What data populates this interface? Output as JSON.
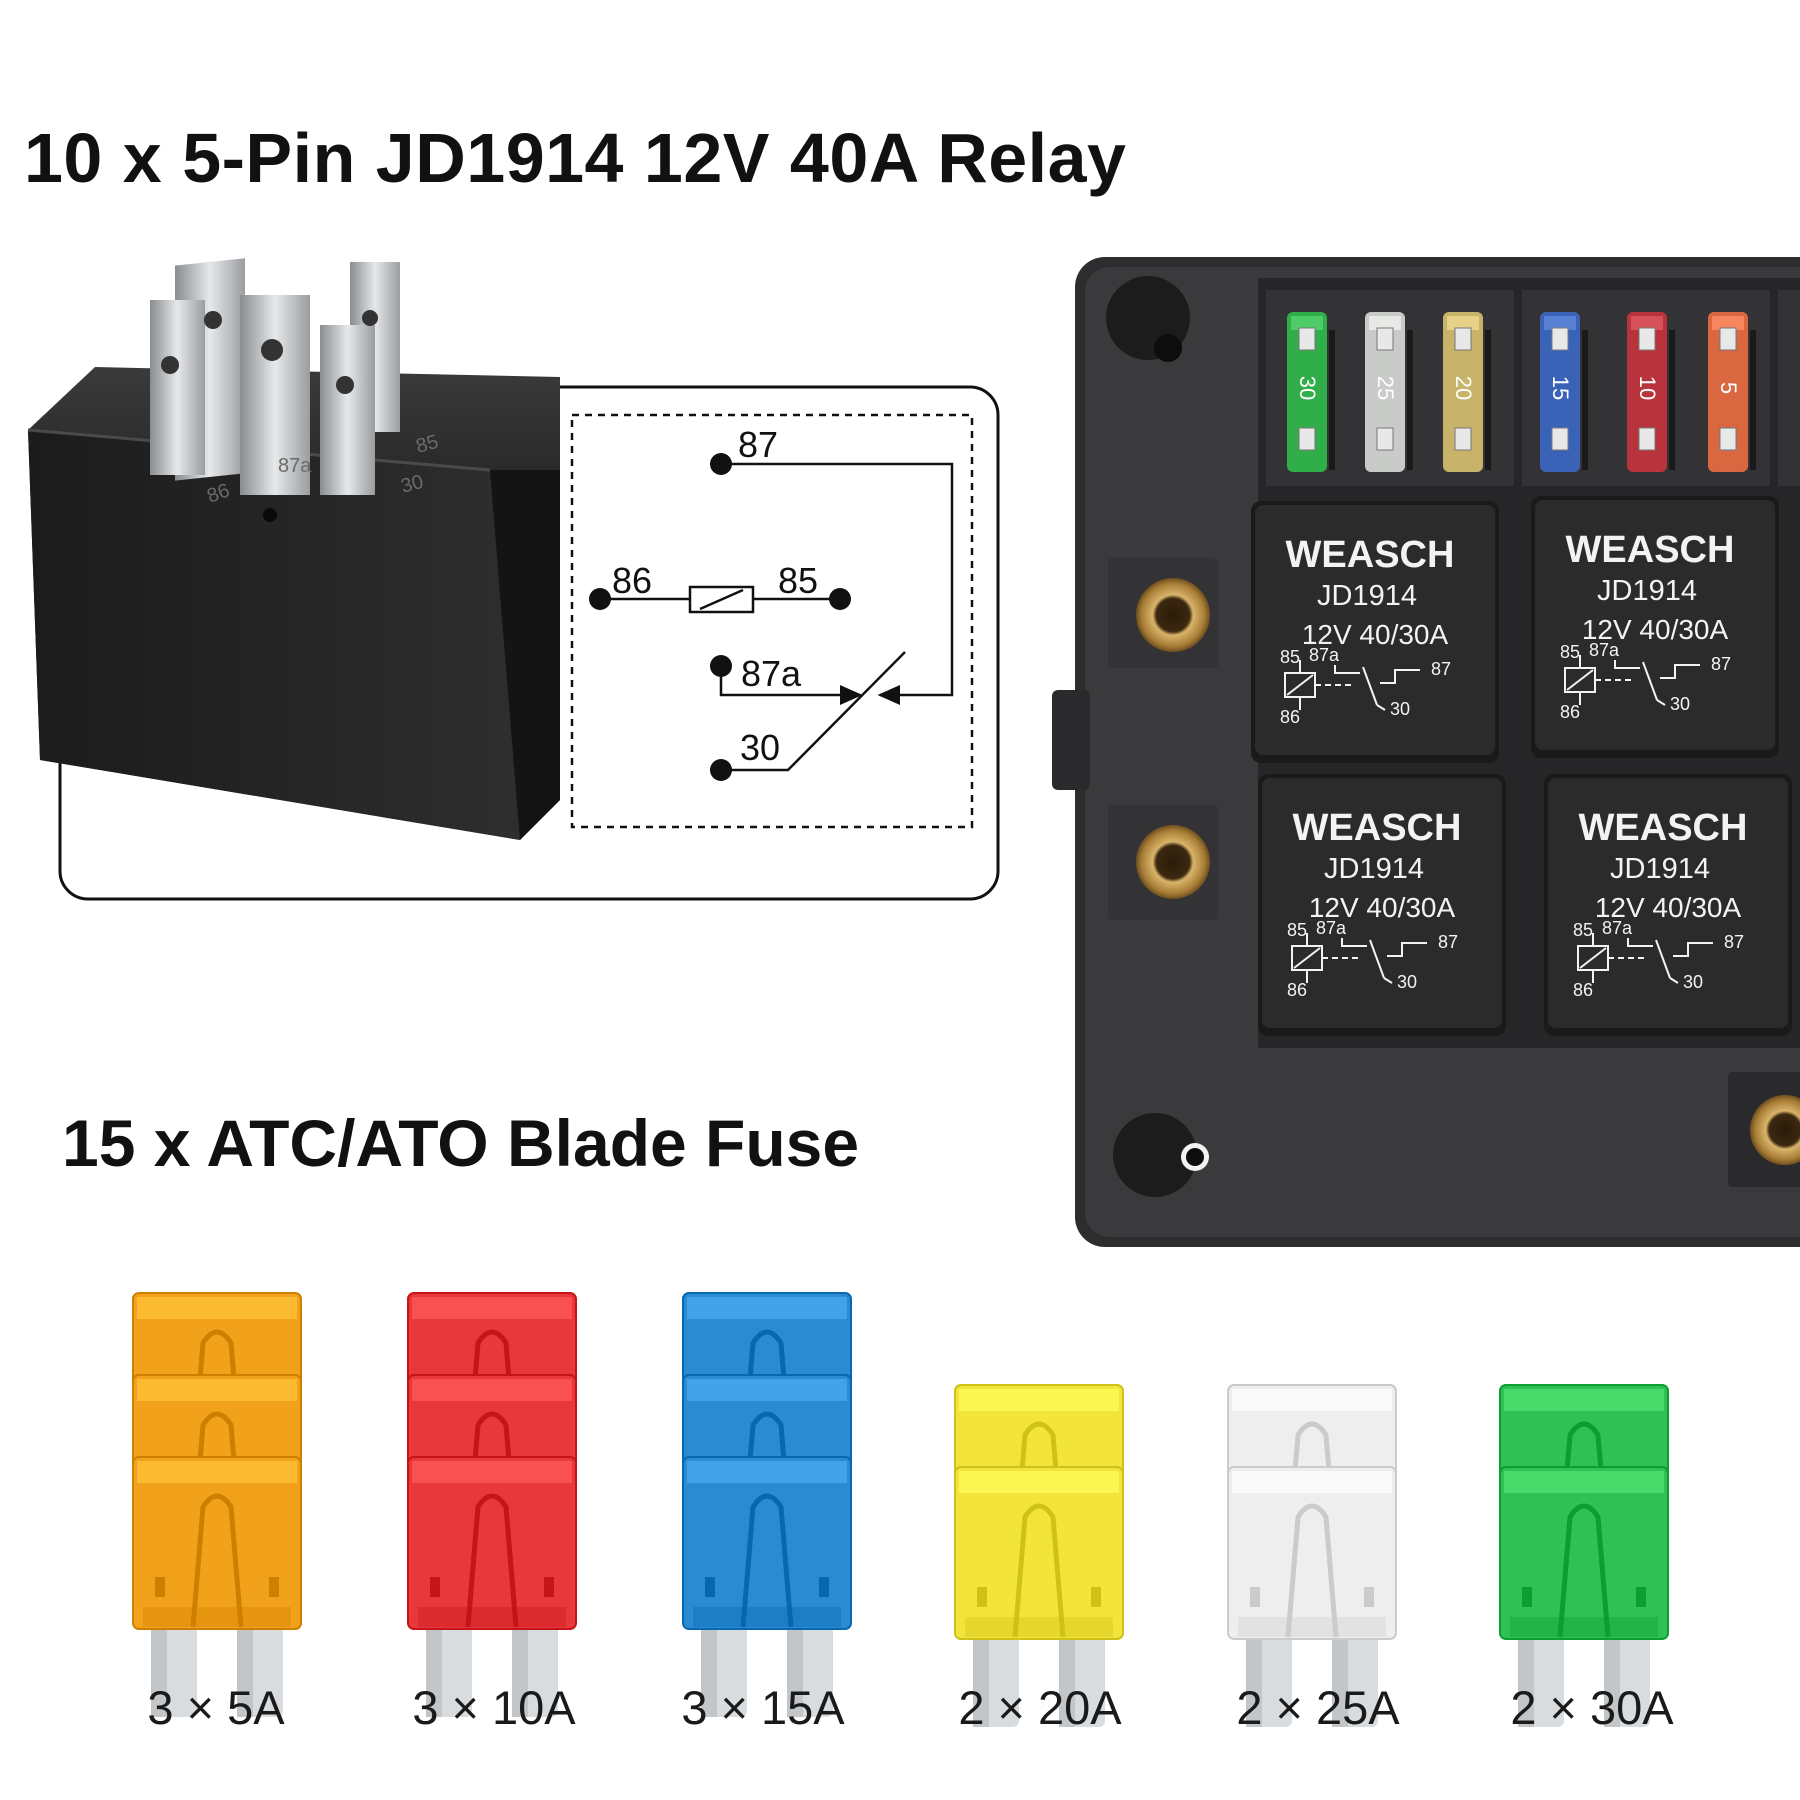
{
  "relay_heading": "10 x 5-Pin JD1914 12V 40A Relay",
  "fuse_heading": "15 x ATC/ATO Blade Fuse",
  "relay_body_pin_labels": [
    "86",
    "87a",
    "85",
    "30"
  ],
  "schematic": {
    "pins": {
      "p87": "87",
      "p86": "86",
      "p85": "85",
      "p87a": "87a",
      "p30": "30"
    }
  },
  "box_relays": [
    {
      "brand": "WEASCH",
      "model": "JD1914",
      "rating": "12V  40/30A",
      "pins": {
        "p85": "85",
        "p87a": "87a",
        "p87": "87",
        "p86": "86",
        "p30": "30"
      }
    },
    {
      "brand": "WEASCH",
      "model": "JD1914",
      "rating": "12V  40/30A",
      "pins": {
        "p85": "85",
        "p87a": "87a",
        "p87": "87",
        "p86": "86",
        "p30": "30"
      }
    },
    {
      "brand": "WEASCH",
      "model": "JD1914",
      "rating": "12V  40/30A",
      "pins": {
        "p85": "85",
        "p87a": "87a",
        "p87": "87",
        "p86": "86",
        "p30": "30"
      }
    },
    {
      "brand": "WEASCH",
      "model": "JD1914",
      "rating": "12V  40/30A",
      "pins": {
        "p85": "85",
        "p87a": "87a",
        "p87": "87",
        "p86": "86",
        "p30": "30"
      }
    }
  ],
  "box_fuses": [
    {
      "value": "30",
      "color": "#2fae4a"
    },
    {
      "value": "25",
      "color": "#c9cbc8"
    },
    {
      "value": "20",
      "color": "#c7b46a"
    },
    {
      "value": "15",
      "color": "#3a63b8"
    },
    {
      "value": "10",
      "color": "#b8333c"
    },
    {
      "value": "5",
      "color": "#d9673f"
    }
  ],
  "fuse_groups": [
    {
      "label": "3 × 5A",
      "count": 3,
      "color": "#f2a21a"
    },
    {
      "label": "3 × 10A",
      "count": 3,
      "color": "#e8383b"
    },
    {
      "label": "3 × 15A",
      "count": 3,
      "color": "#2a8bd2"
    },
    {
      "label": "2 × 20A",
      "count": 2,
      "color": "#f2e43a"
    },
    {
      "label": "2 × 25A",
      "count": 2,
      "color": "#eeeeee"
    },
    {
      "label": "2 × 30A",
      "count": 2,
      "color": "#2fc153"
    }
  ]
}
